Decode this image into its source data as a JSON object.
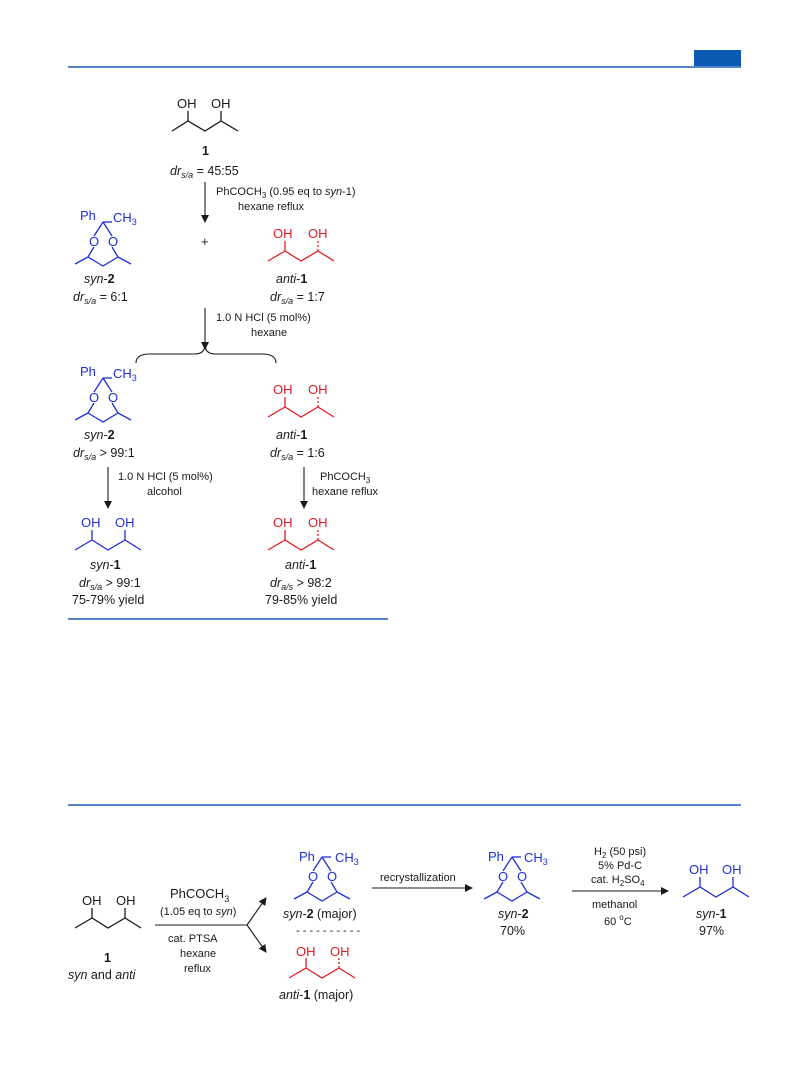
{
  "top_scheme": {
    "start": {
      "oh1": "OH",
      "oh2": "OH",
      "label": "1",
      "dr_prefix": "dr",
      "dr_sub": "s/a",
      "dr_value": " = 45:55"
    },
    "step1": {
      "line1_a": "PhCOCH",
      "line1_sub": "3",
      "line1_b": " (0.95 eq to ",
      "line1_syn": "syn",
      "line1_c": "-1)",
      "line2": "hexane reflux"
    },
    "plus": "+",
    "syn2_a": {
      "ph": "Ph",
      "ch3": "CH",
      "ch3_sub": "3",
      "o1": "O",
      "o2": "O",
      "name_it": "syn",
      "name_b": "-",
      "name_num": "2",
      "dr_prefix": "dr",
      "dr_sub": "s/a",
      "dr_value": " = 6:1"
    },
    "anti1_a": {
      "oh1": "OH",
      "oh2": "OH",
      "name_it": "anti",
      "name_b": "-",
      "name_num": "1",
      "dr_prefix": "dr",
      "dr_sub": "s/a",
      "dr_value": " = 1:7"
    },
    "step2": {
      "line1": "1.0 N HCl (5 mol%)",
      "line2": "hexane"
    },
    "syn2_b": {
      "ph": "Ph",
      "ch3": "CH",
      "ch3_sub": "3",
      "o1": "O",
      "o2": "O",
      "name_it": "syn",
      "name_b": "-",
      "name_num": "2",
      "dr_prefix": "dr",
      "dr_sub": "s/a",
      "dr_value": " > 99:1"
    },
    "anti1_b": {
      "oh1": "OH",
      "oh2": "OH",
      "name_it": "anti",
      "name_b": "-",
      "name_num": "1",
      "dr_prefix": "dr",
      "dr_sub": "s/a",
      "dr_value": " = 1:6"
    },
    "step3": {
      "line1": "1.0 N HCl (5 mol%)",
      "line2": "alcohol"
    },
    "step4": {
      "line1_a": "PhCOCH",
      "line1_sub": "3",
      "line2": "hexane reflux"
    },
    "syn1": {
      "oh1": "OH",
      "oh2": "OH",
      "name_it": "syn",
      "name_b": "-",
      "name_num": "1",
      "dr_prefix": "dr",
      "dr_sub": "s/a",
      "dr_value": " > 99:1",
      "yield": "75-79% yield"
    },
    "anti1_c": {
      "oh1": "OH",
      "oh2": "OH",
      "name_it": "anti",
      "name_b": "-",
      "name_num": "1",
      "dr_prefix": "dr",
      "dr_sub": "a/s",
      "dr_value": " > 98:2",
      "yield": "79-85% yield"
    }
  },
  "bottom_scheme": {
    "start": {
      "oh1": "OH",
      "oh2": "OH",
      "label": "1",
      "sub_a": "syn",
      "sub_b": " and ",
      "sub_c": "anti"
    },
    "reagent": {
      "line1_a": "PhCOCH",
      "line1_sub": "3",
      "line2_a": "(1.05 eq to ",
      "line2_it": "syn",
      "line2_b": ")"
    },
    "conditions": {
      "line1": "cat. PTSA",
      "line2": "hexane",
      "line3": "reflux"
    },
    "dashes": "- - - - - - - - - -",
    "syn2_major": {
      "ph": "Ph",
      "ch3": "CH",
      "ch3_sub": "3",
      "o1": "O",
      "o2": "O",
      "name_it": "syn",
      "name_b": "-",
      "name_num": "2",
      "name_c": " (major)"
    },
    "anti1_major": {
      "oh1": "OH",
      "oh2": "OH",
      "name_it": "anti",
      "name_b": "-",
      "name_num": "1",
      "name_c": " (major)"
    },
    "recryst": "recrystallization",
    "syn2": {
      "ph": "Ph",
      "ch3": "CH",
      "ch3_sub": "3",
      "o1": "O",
      "o2": "O",
      "name_it": "syn",
      "name_b": "-",
      "name_num": "2",
      "yield": "70%"
    },
    "hydro": {
      "line1_a": "H",
      "line1_sub": "2",
      "line1_b": " (50 psi)",
      "line2": "5% Pd-C",
      "line3_a": "cat. H",
      "line3_sub": "2",
      "line3_b": "SO",
      "line3_sub2": "4",
      "line4": "methanol",
      "line5_a": "60 ",
      "line5_sup": "o",
      "line5_b": "C"
    },
    "syn1": {
      "oh1": "OH",
      "oh2": "OH",
      "name_it": "syn",
      "name_b": "-",
      "name_num": "1",
      "yield": "97%"
    }
  },
  "colors": {
    "blue": "#1f2fd6",
    "red": "#e01b24",
    "rule": "#1f5bb5",
    "tab": "#0b5bb5"
  }
}
